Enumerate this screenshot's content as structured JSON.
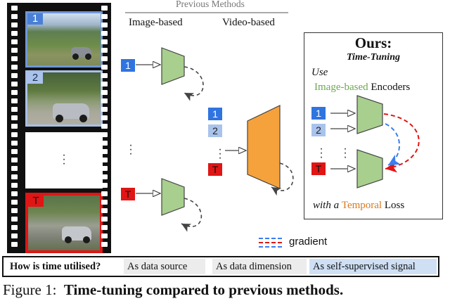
{
  "header": {
    "previous_methods": "Previous Methods",
    "image_based": "Image-based",
    "video_based": "Video-based"
  },
  "filmstrip": {
    "frame_labels": [
      "1",
      "2",
      "T"
    ],
    "ellipsis": "⋮"
  },
  "frame_badges": [
    "1",
    "2",
    "T"
  ],
  "ours": {
    "title": "Ours:",
    "subtitle": "Time-Tuning",
    "use": "Use",
    "encoders_highlight": "Image-based",
    "encoders_rest": " Encoders",
    "loss_prefix": "with a ",
    "loss_highlight": "Temporal",
    "loss_rest": " Loss"
  },
  "legend": {
    "gradient_label": "gradient"
  },
  "bottom_bar": {
    "question": "How is time utilised?",
    "cells": [
      "As data source",
      "As data dimension",
      "As self-supervised signal"
    ]
  },
  "caption": {
    "prefix": "Figure 1:",
    "text": "Time-tuning compared to previous methods."
  },
  "colors": {
    "blue": "#2f74e0",
    "light_blue": "#a9c3ec",
    "red": "#e01515",
    "green_encoder": "#a8cf8e",
    "orange_encoder": "#f5a23c",
    "temporal_text": "#d9781e",
    "image_based_text": "#6aa84f",
    "cell_grey": "#ececec",
    "cell_blue": "#cfe0f5"
  },
  "icons": [
    "encoder-trapezoid",
    "arrow-right",
    "dashed-curved-arrow",
    "vertical-ellipsis"
  ]
}
